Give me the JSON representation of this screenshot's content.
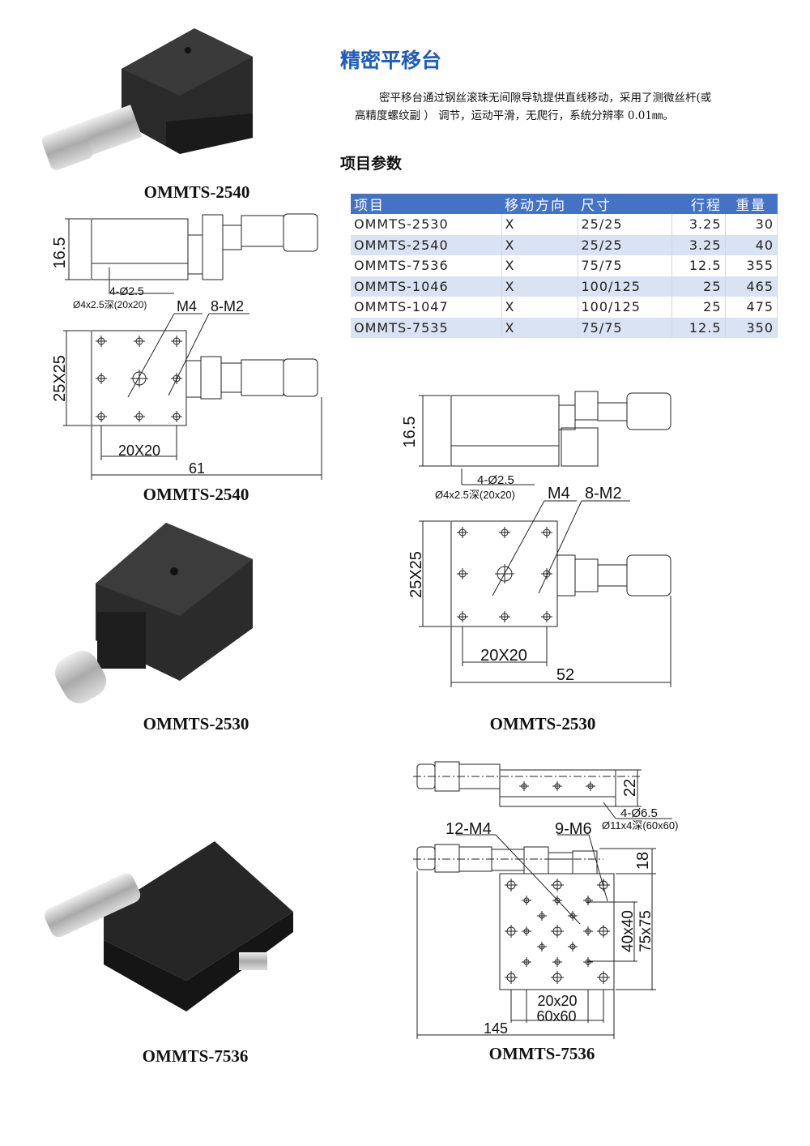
{
  "header": {
    "title": "精密平移台"
  },
  "description": {
    "line1": "密平移台通过钢丝滚珠无间隙导轨提供直线移动，采用了测微丝杆(或",
    "line2": "高精度螺纹副 ） 调节，运动平滑，无爬行，系统分辨率 0.01㎜。"
  },
  "section_title": "项目参数",
  "table": {
    "headers": [
      "项目",
      "移动方向",
      "尺寸",
      "行程",
      "重量"
    ],
    "rows": [
      [
        "OMMTS-2530",
        "X",
        "25/25",
        "3.25",
        "30"
      ],
      [
        "OMMTS-2540",
        "X",
        "25/25",
        "3.25",
        "40"
      ],
      [
        "OMMTS-7536",
        "X",
        "75/75",
        "12.5",
        "355"
      ],
      [
        "OMMTS-1046",
        "X",
        "100/125",
        "25",
        "465"
      ],
      [
        "OMMTS-1047",
        "X",
        "100/125",
        "25",
        "475"
      ],
      [
        "OMMTS-7535",
        "X",
        "75/75",
        "12.5",
        "350"
      ]
    ]
  },
  "captions": {
    "photo1": "OMMTS-2540",
    "drawing1": "OMMTS-2540",
    "photo2": "OMMTS-2530",
    "drawing2": "OMMTS-2530",
    "photo3": "OMMTS-7536",
    "drawing3": "OMMTS-7536"
  },
  "drawing1": {
    "height": "16.5",
    "holes": "4-Ø2.5",
    "counterbore": "Ø4x2.5深(20x20)",
    "center_thread": "M4",
    "threads": "8-M2",
    "size": "25X25",
    "pitch": "20X20",
    "length": "61"
  },
  "drawing2": {
    "height": "16.5",
    "holes": "4-Ø2.5",
    "counterbore": "Ø4x2.5深(20x20)",
    "center_thread": "M4",
    "threads": "8-M2",
    "size": "25X25",
    "pitch": "20X20",
    "length": "52"
  },
  "drawing3": {
    "height": "22",
    "holes": "4-Ø6.5",
    "counterbore": "Ø11x4深(60x60)",
    "threads_small": "12-M4",
    "threads_large": "9-M6",
    "offset": "18",
    "inner": "40x40",
    "size": "75x75",
    "pitch_small": "20x20",
    "pitch_large": "60x60",
    "length": "145"
  },
  "colors": {
    "title": "#1f5bbd",
    "table_header": "#4472c4",
    "table_alt": "#dae3f3"
  }
}
